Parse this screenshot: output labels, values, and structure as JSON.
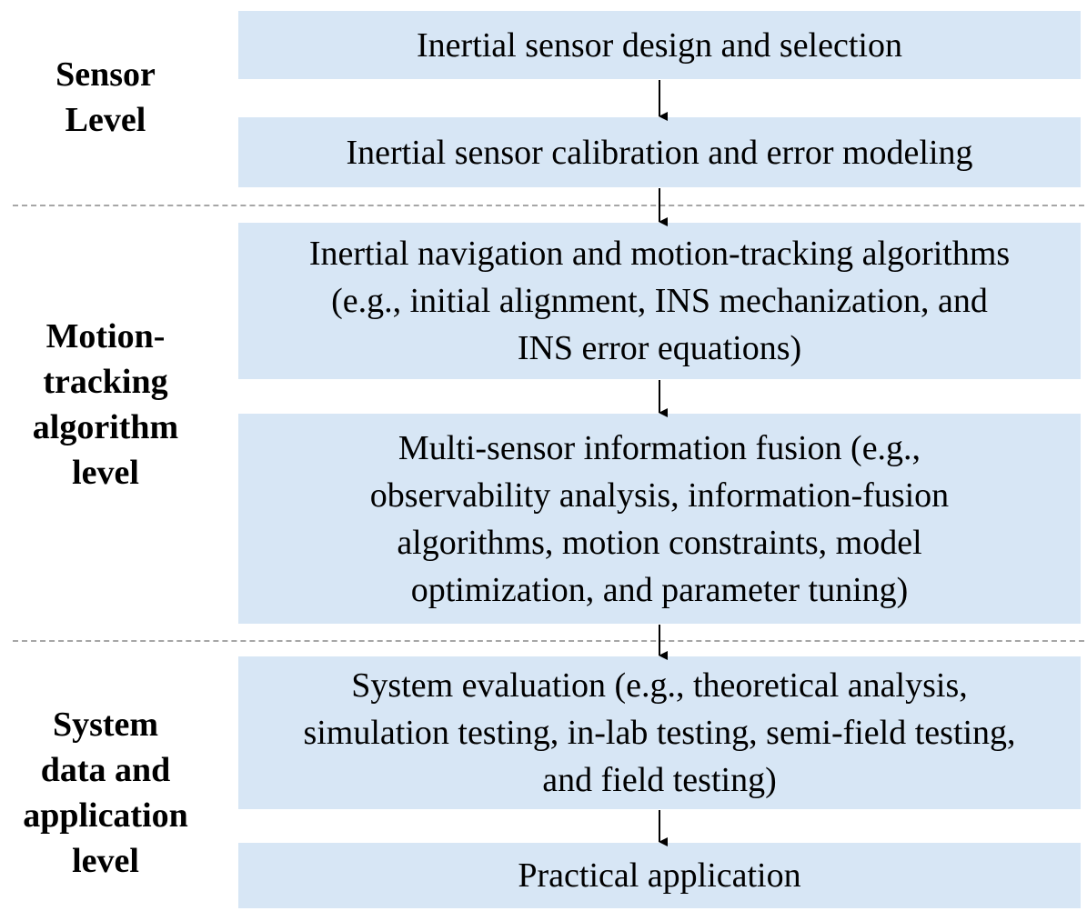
{
  "levels": {
    "sensor": [
      "Sensor",
      "Level"
    ],
    "algorithm": [
      "Motion-",
      "tracking",
      "algorithm",
      "level"
    ],
    "application": [
      "System",
      "data and",
      "application",
      "level"
    ]
  },
  "boxes": {
    "sensor_design": [
      "Inertial sensor design and selection"
    ],
    "sensor_calibration": [
      "Inertial sensor calibration and error modeling"
    ],
    "navigation": [
      "Inertial navigation and motion-tracking algorithms",
      "(e.g., initial alignment, INS mechanization, and",
      "INS error equations)"
    ],
    "fusion": [
      "Multi-sensor information fusion (e.g.,",
      "observability analysis, information-fusion",
      "algorithms, motion constraints, model",
      "optimization, and parameter tuning)"
    ],
    "evaluation": [
      "System evaluation (e.g., theoretical analysis,",
      "simulation testing, in-lab testing, semi-field testing,",
      "and field testing)"
    ],
    "application": [
      "Practical application"
    ]
  },
  "colors": {
    "box_fill": "#d7e6f5",
    "divider": "#a6a6a6",
    "text": "#000000"
  }
}
